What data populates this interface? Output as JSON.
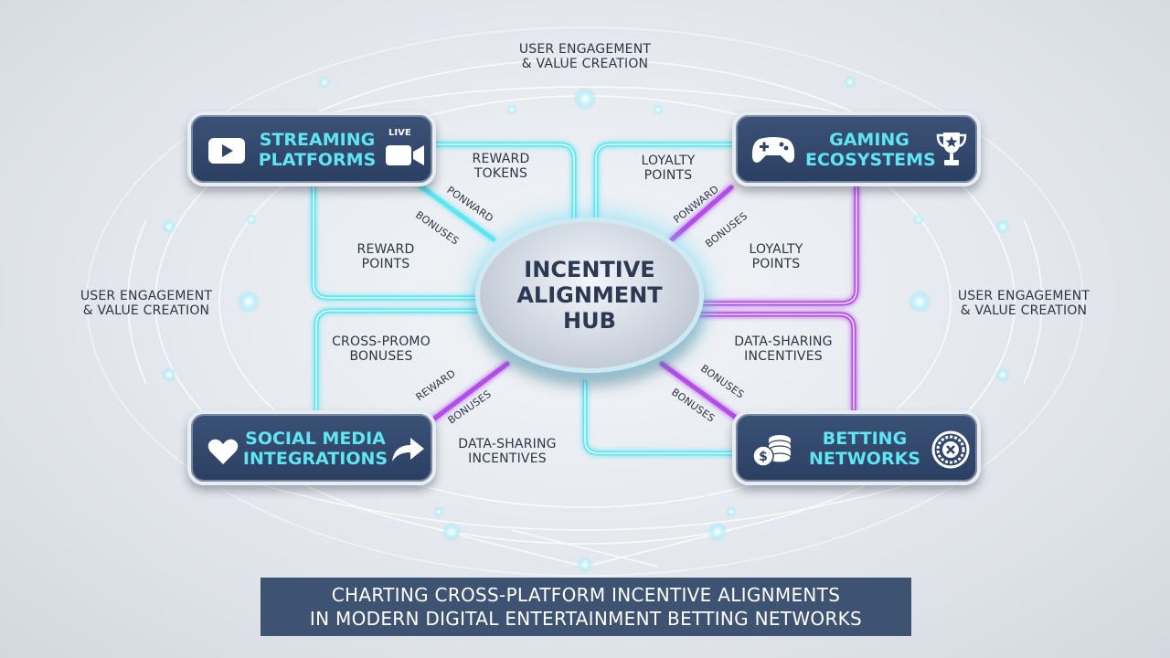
{
  "hub": {
    "title_line1": "Incentive",
    "title_line2": "Alignment",
    "title_line3": "Hub"
  },
  "nodes": {
    "streaming": {
      "title_line1": "Streaming",
      "title_line2": "Platforms",
      "badge": "LIVE"
    },
    "gaming": {
      "title_line1": "Gaming",
      "title_line2": "Ecosystems"
    },
    "social": {
      "title_line1": "Social Media",
      "title_line2": "Integrations"
    },
    "betting": {
      "title_line1": "Betting",
      "title_line2": "Networks"
    }
  },
  "ring_labels": {
    "top": [
      "User Engagement",
      "& Value Creation"
    ],
    "left": [
      "User Engagement",
      "& Value Creation"
    ],
    "right": [
      "User Engagement",
      "& Value Creation"
    ]
  },
  "edge_labels": {
    "reward_tokens": [
      "Reward",
      "Tokens"
    ],
    "loyalty_points_top": [
      "Loyalty",
      "Points"
    ],
    "reward_points": [
      "Reward",
      "Points"
    ],
    "loyalty_points_right": [
      "Loyalty",
      "Points"
    ],
    "cross_promo": [
      "Cross-Promo",
      "Bonuses"
    ],
    "data_sharing_right": [
      "Data-Sharing",
      "Incentives"
    ],
    "data_sharing_bottom": [
      "Data-Sharing",
      "Incentives"
    ]
  },
  "tilted_labels": {
    "tl_1": "Ponward",
    "tl_2": "Bonuses",
    "tr_1": "Ponward",
    "tr_2": "Bonuses",
    "bl_1": "Reward",
    "bl_2": "Bonuses",
    "br_1": "Bonuses",
    "br_2": "Bonuses"
  },
  "footer": {
    "line1": "Charting Cross-Platform Incentive Alignments",
    "line2": "in Modern Digital Entertainment Betting Networks"
  },
  "colors": {
    "cyan": "#5fe6f2",
    "magenta": "#b34ee8",
    "node_bg": "#2f4466",
    "footer_bg": "#3e5372"
  },
  "icons": [
    "play-button-icon",
    "video-camera-icon",
    "gamepad-icon",
    "trophy-icon",
    "heart-icon",
    "share-arrow-icon",
    "coins-icon",
    "roulette-wheel-icon"
  ]
}
